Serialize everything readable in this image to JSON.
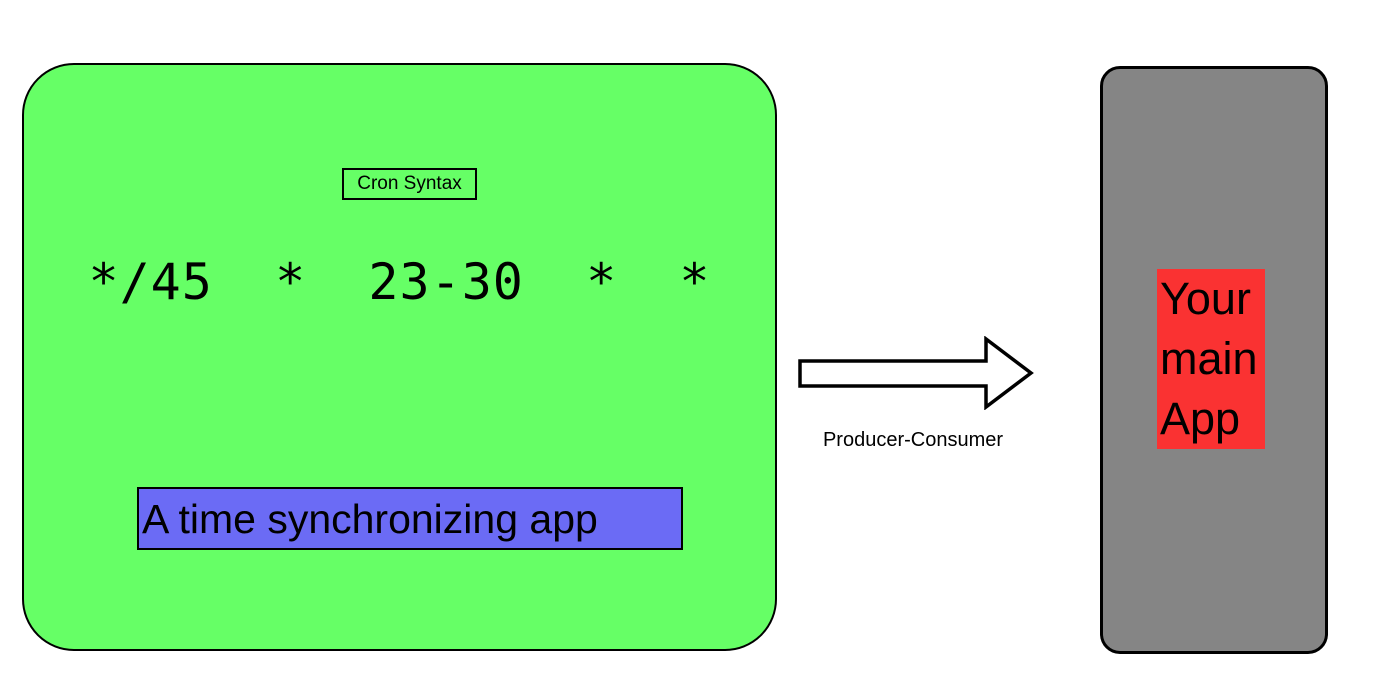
{
  "diagram": {
    "background_color": "#ffffff",
    "scheduler": {
      "name": "scheduler-panel",
      "fill_color": "#66ff66",
      "stroke_color": "#000000",
      "caption": {
        "label": "Cron Syntax",
        "stroke_color": "#000000"
      },
      "cron_expression": "*/45  *  23-30  *  *",
      "description": {
        "text": "A time synchronizing app",
        "fill_color": "#6b6bf5",
        "stroke_color": "#000000"
      }
    },
    "connector": {
      "name": "flow-arrow",
      "icon": "block-arrow-right-icon",
      "direction": "right",
      "fill_color": "#ffffff",
      "stroke_color": "#000000",
      "label": "Producer-Consumer"
    },
    "main_app": {
      "name": "main-app-panel",
      "fill_color": "#858585",
      "stroke_color": "#000000",
      "box": {
        "fill_color": "#fa3232",
        "lines": [
          "Your",
          "main",
          "App"
        ]
      }
    }
  }
}
